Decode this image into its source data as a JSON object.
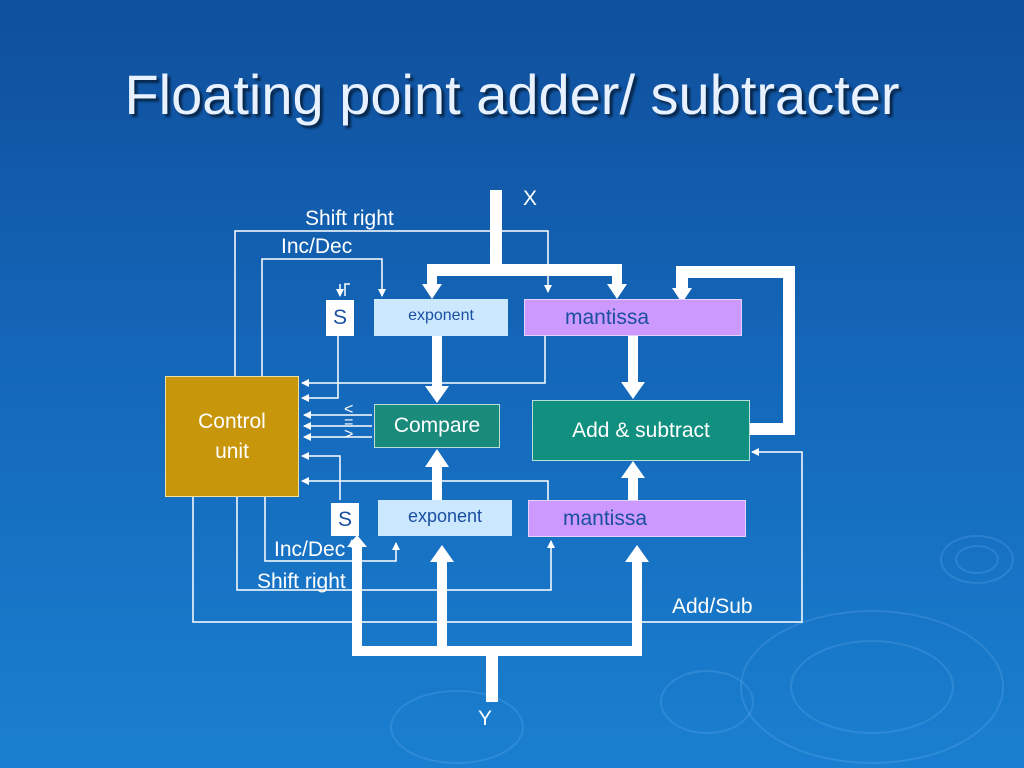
{
  "slide": {
    "title": "Floating point adder/ subtracter"
  },
  "diagram": {
    "inputs": {
      "x": "X",
      "y": "Y"
    },
    "top_row": {
      "sign": "S",
      "exponent": "exponent",
      "mantissa": "mantissa"
    },
    "bottom_row": {
      "sign": "S",
      "exponent": "exponent",
      "mantissa": "mantissa"
    },
    "control_unit": {
      "line1": "Control",
      "line2": "unit"
    },
    "compare": "Compare",
    "add_subtract": "Add & subtract",
    "compare_signals": {
      "lt": "<",
      "eq": "=",
      "gt": ">"
    },
    "signals": {
      "shift_right_top": "Shift right",
      "inc_dec_top": "Inc/Dec",
      "inc_dec_bottom": "Inc/Dec",
      "shift_right_bottom": "Shift right",
      "add_sub": "Add/Sub"
    },
    "colors": {
      "control_unit": "#c8960a",
      "exponent": "#cce8ff",
      "mantissa": "#cc99ff",
      "compare": "#1a8a7a",
      "add_subtract": "#12907f",
      "sign": "#ffffff",
      "line": "#ffffff"
    }
  }
}
